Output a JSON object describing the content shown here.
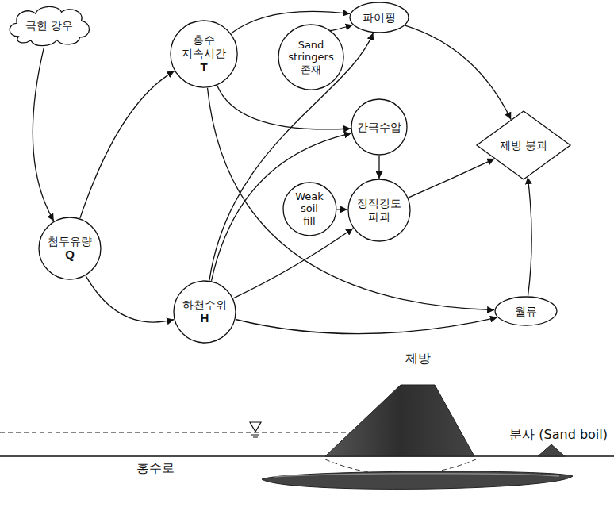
{
  "diagram": {
    "nodes": [
      {
        "text": [
          "극한 강우"
        ]
      },
      {
        "text": [
          "파이핑"
        ]
      },
      {
        "text": [
          "홍수 지속시간",
          "T"
        ]
      },
      {
        "text": [
          "Sand stringers 존재"
        ]
      },
      {
        "text": [
          "제방 붕괴"
        ]
      },
      {
        "text": [
          "간극수압"
        ]
      },
      {
        "text": [
          "Weak soil fill"
        ]
      },
      {
        "text": [
          "정적강도 파괴"
        ]
      },
      {
        "text": [
          "첨두유량",
          "Q"
        ]
      },
      {
        "text": [
          "하천수위",
          "H"
        ]
      },
      {
        "text": [
          "월류"
        ]
      }
    ],
    "edges": [
      {
        "from": 0,
        "to": 8,
        "arrow": "to"
      },
      {
        "from": 8,
        "to": 2,
        "arrow": "to"
      },
      {
        "from": 8,
        "to": 9,
        "arrow": "to"
      },
      {
        "from": 2,
        "to": 1,
        "arrow": "to"
      },
      {
        "from": 3,
        "to": 1,
        "arrow": "to"
      },
      {
        "from": 2,
        "to": 5,
        "arrow": "to"
      },
      {
        "from": 2,
        "to": 10,
        "arrow": "to"
      },
      {
        "from": 9,
        "to": 1,
        "arrow": "to"
      },
      {
        "from": 9,
        "to": 5,
        "arrow": "to"
      },
      {
        "from": 9,
        "to": 7,
        "arrow": "to"
      },
      {
        "from": 9,
        "to": 10,
        "arrow": "to"
      },
      {
        "from": 6,
        "to": 7,
        "arrow": "to"
      },
      {
        "from": 5,
        "to": 7,
        "arrow": "to"
      },
      {
        "from": 1,
        "to": 4,
        "arrow": "to"
      },
      {
        "from": 7,
        "to": 4,
        "arrow": "to"
      },
      {
        "from": 10,
        "to": 4,
        "arrow": "to"
      }
    ],
    "labels": [
      "제방",
      "홍수로",
      "분사 (Sand boil)"
    ]
  }
}
